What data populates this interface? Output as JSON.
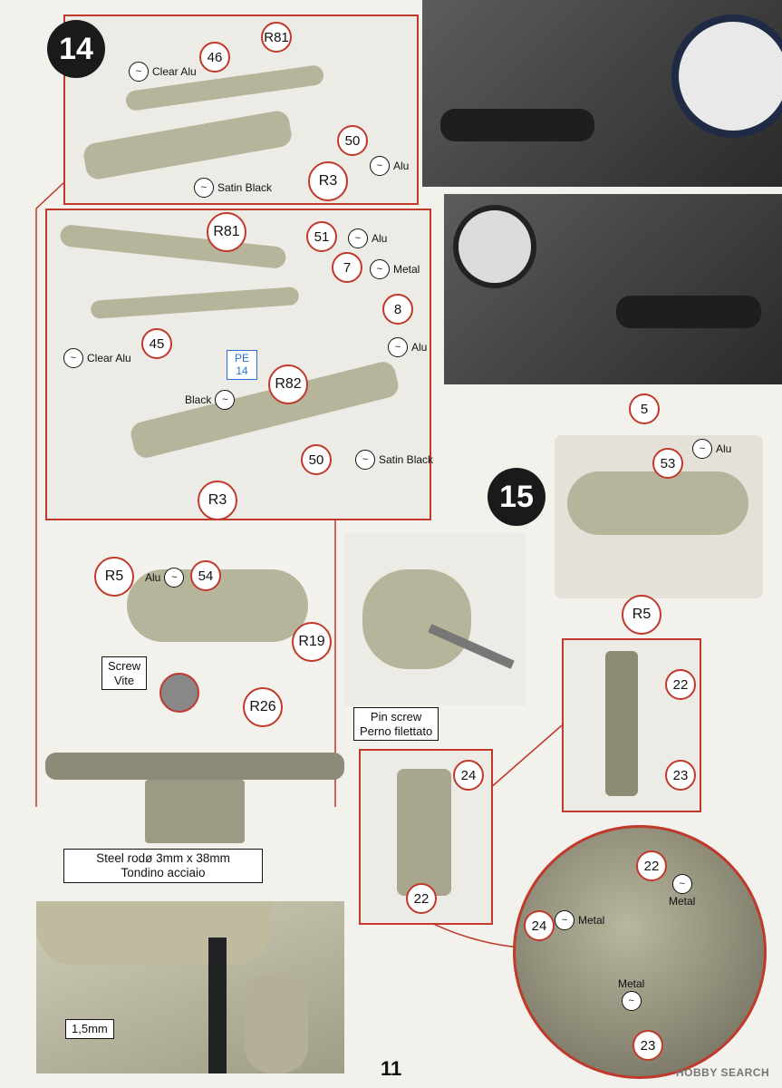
{
  "page": {
    "number": "11",
    "watermark": "HOBBY SEARCH"
  },
  "steps": {
    "s14": "14",
    "s15": "15"
  },
  "callouts": {
    "p14a_r81": "R81",
    "p14a_46": "46",
    "p14a_50": "50",
    "p14a_r3": "R3",
    "p14b_r81": "R81",
    "p14b_51": "51",
    "p14b_7": "7",
    "p14b_8": "8",
    "p14b_45": "45",
    "p14b_r82": "R82",
    "p14b_50": "50",
    "p14b_r3": "R3",
    "yoke_r5": "R5",
    "yoke_54": "54",
    "yoke_r19": "R19",
    "yoke_r26": "R26",
    "s15_5": "5",
    "s15_53": "53",
    "s15_r5": "R5",
    "frame_22a": "22",
    "frame_23a": "23",
    "frame_24a": "24",
    "frame_22b": "22",
    "zoom_22": "22",
    "zoom_24": "24",
    "zoom_23": "23"
  },
  "paints": {
    "clear_alu_a": "Clear Alu",
    "alu_a": "Alu",
    "satin_black_a": "Satin Black",
    "alu_b1": "Alu",
    "metal_b": "Metal",
    "alu_b2": "Alu",
    "clear_alu_b": "Clear Alu",
    "black_b": "Black",
    "satin_black_b": "Satin Black",
    "alu_yoke": "Alu",
    "alu_s15": "Alu",
    "metal_z1": "Metal",
    "metal_z2": "Metal",
    "metal_z3": "Metal"
  },
  "labels": {
    "pe": "PE\n14",
    "screw": "Screw\nVite",
    "pin": "Pin screw\nPerno filettato",
    "rod": "Steel rodø 3mm x 38mm\nTondino acciaio",
    "measure": "1,5mm"
  }
}
